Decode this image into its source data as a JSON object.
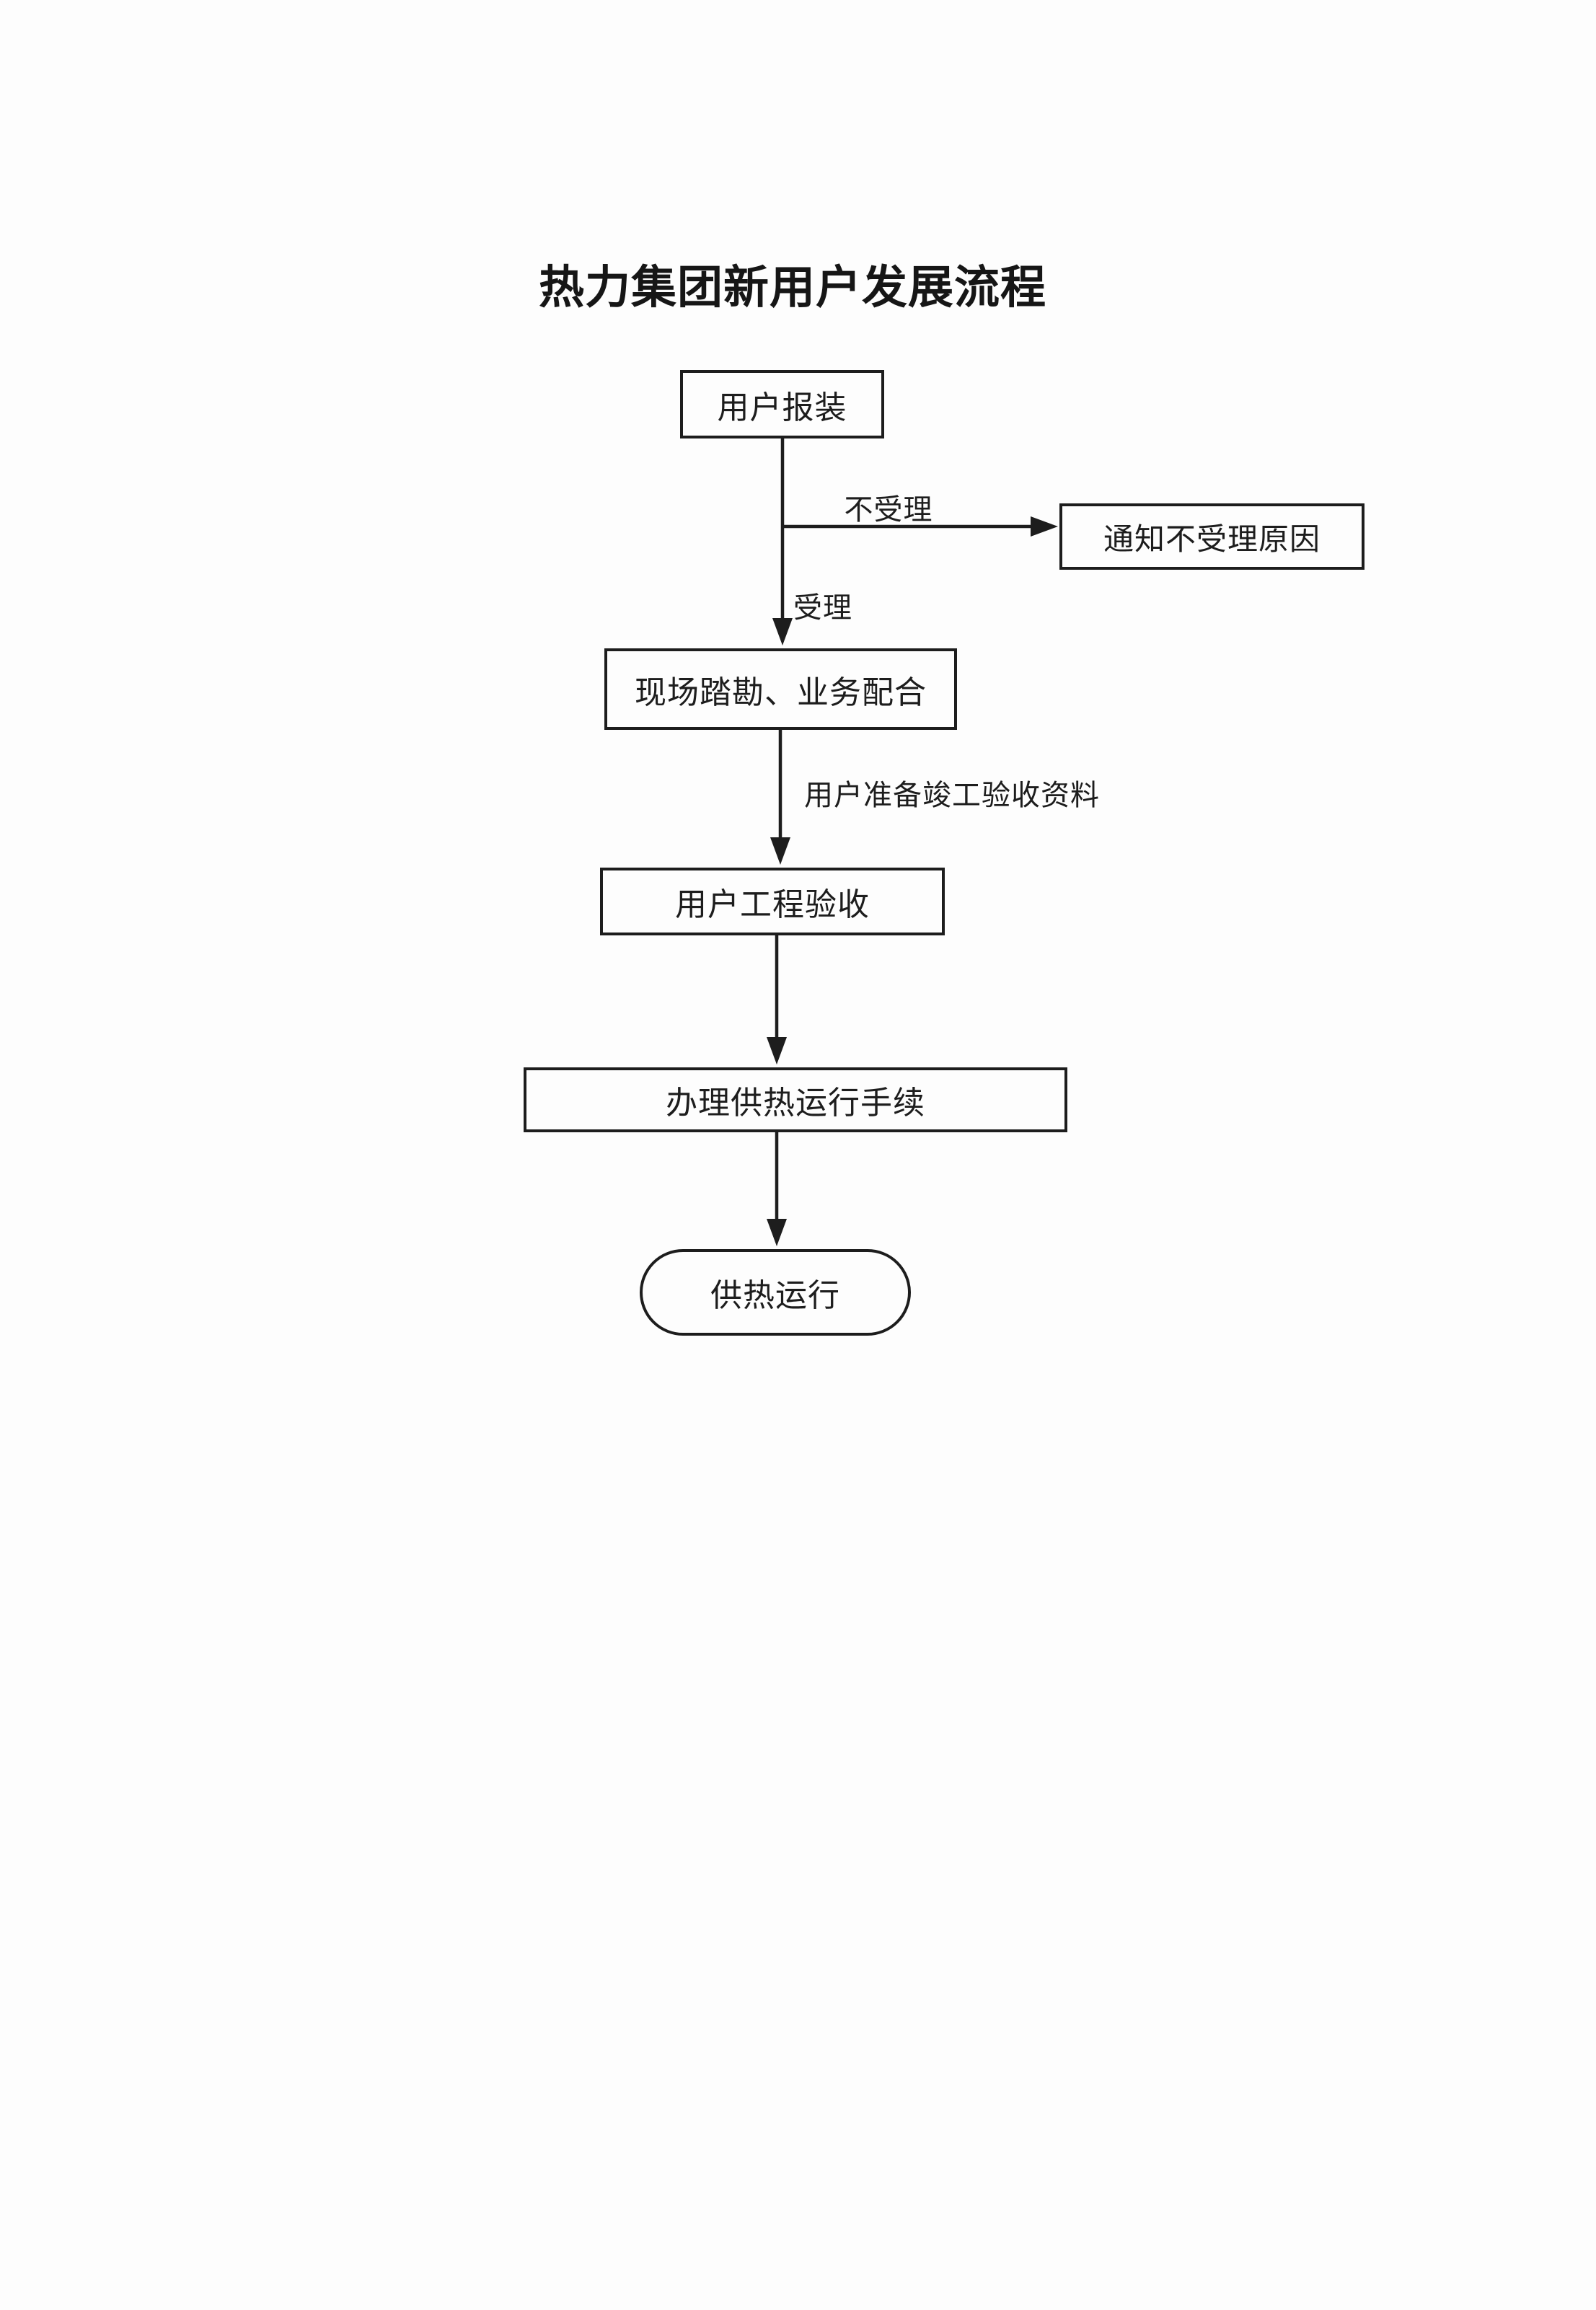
{
  "title": "热力集团新用户发展流程",
  "flowchart": {
    "nodes": {
      "apply": "用户报装",
      "notify_reject": "通知不受理原因",
      "survey": "现场踏勘、业务配合",
      "acceptance": "用户工程验收",
      "procedures": "办理供热运行手续",
      "operation": "供热运行"
    },
    "edge_labels": {
      "reject": "不受理",
      "accept": "受理",
      "prepare_docs": "用户准备竣工验收资料"
    },
    "colors": {
      "stroke": "#1d1d1d",
      "node_fill": "#fdfdfd",
      "page_background": "#fdfdfd"
    }
  }
}
